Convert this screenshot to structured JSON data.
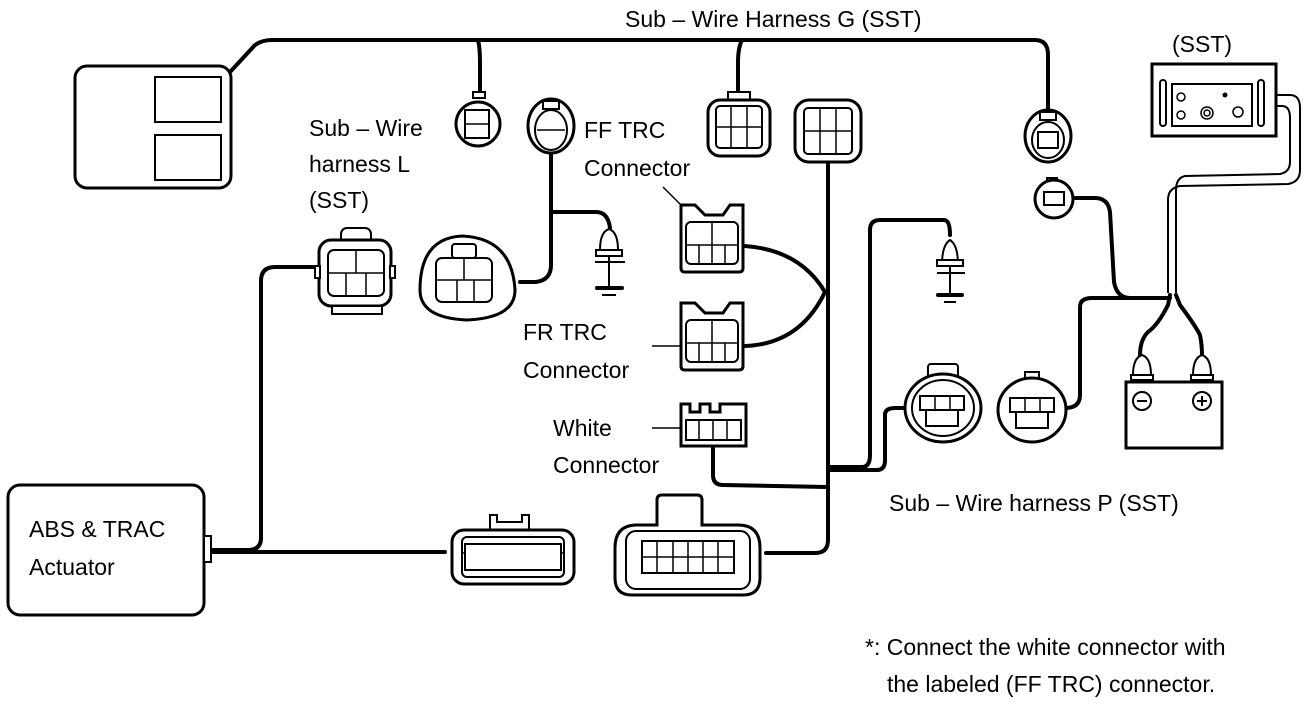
{
  "labels": {
    "harness_g": "Sub – Wire Harness G (SST)",
    "harness_l_1": "Sub – Wire",
    "harness_l_2": "harness L",
    "harness_l_3": "(SST)",
    "ff_trc_1": "FF TRC",
    "ff_trc_2": "Connector",
    "fr_trc_1": "FR TRC",
    "fr_trc_2": "Connector",
    "white_1": "White",
    "white_2": "Connector",
    "sst_tester": "(SST)",
    "actuator_1": "ABS & TRAC",
    "actuator_2": "Actuator",
    "harness_p": "Sub – Wire harness P (SST)",
    "note_1": "*: Connect the white connector with",
    "note_2": "the labeled (FF TRC) connector."
  },
  "battery": {
    "negative_symbol": "−",
    "positive_symbol": "+"
  },
  "colors": {
    "line": "#000000",
    "background": "#ffffff"
  }
}
